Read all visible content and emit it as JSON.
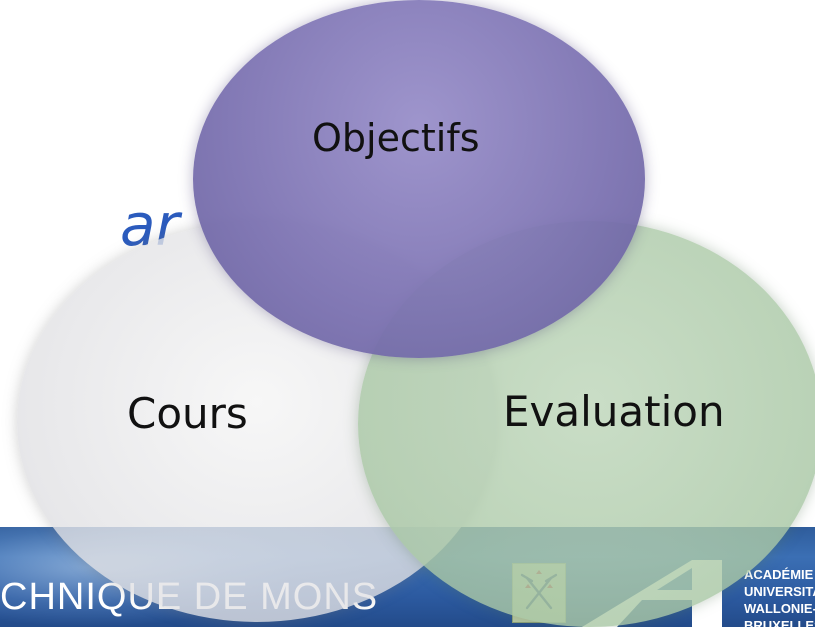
{
  "partial_heading": "ar",
  "venn": {
    "top_label": "Objectifs",
    "left_label": "Cours",
    "right_label": "Evaluation"
  },
  "banner": {
    "institution_text": "CHNIQUE DE MONS",
    "academy_lines": [
      "ACADÉMIE",
      "UNIVERSITA",
      "WALLONIE-",
      "BRUXELLES"
    ]
  },
  "colors": {
    "banner_blue": "#2c5aa0",
    "objectifs_purple": "#7c74b6",
    "cours_gray": "#e2e2e4",
    "evaluation_green": "#b0cbab",
    "heading_blue": "#2b5bbd"
  }
}
